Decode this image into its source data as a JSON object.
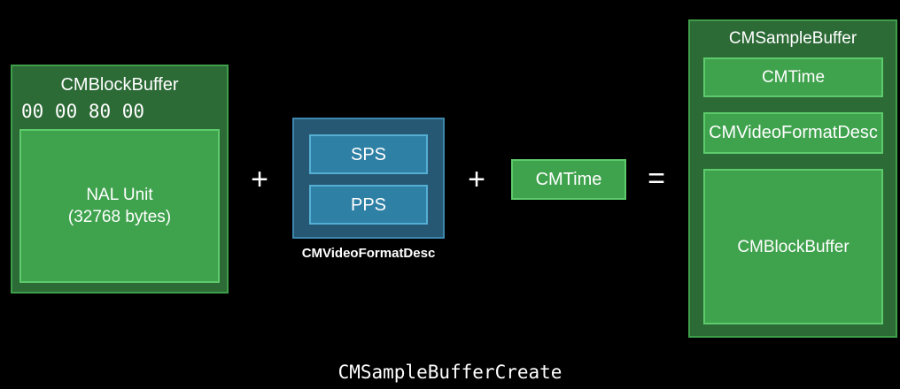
{
  "background": "#000000",
  "colors": {
    "bg": "#000000",
    "text": "#ffffff",
    "green_dark": "#2c6a36",
    "green_dark_border": "#3f9e4a",
    "green_mid": "#3fa24d",
    "green_mid_border": "#5dcb6c",
    "blue_dark": "#265874",
    "blue_dark_border": "#3d87ad",
    "blue_mid": "#2f80a5",
    "blue_mid_border": "#55aed3"
  },
  "block_buffer": {
    "title": "CMBlockBuffer",
    "header_bytes": "00 00 80 00",
    "payload_line1": "NAL Unit",
    "payload_line2": "(32768 bytes)"
  },
  "format_desc": {
    "sps_label": "SPS",
    "pps_label": "PPS",
    "caption": "CMVideoFormatDesc"
  },
  "cmtime": {
    "label": "CMTime"
  },
  "operators": {
    "plus": "+",
    "equals": "="
  },
  "sample_buffer": {
    "title": "CMSampleBuffer",
    "items": [
      {
        "label": "CMTime"
      },
      {
        "label": "CMVideoFormatDesc"
      },
      {
        "label": "CMBlockBuffer"
      }
    ]
  },
  "caption": "CMSampleBufferCreate"
}
